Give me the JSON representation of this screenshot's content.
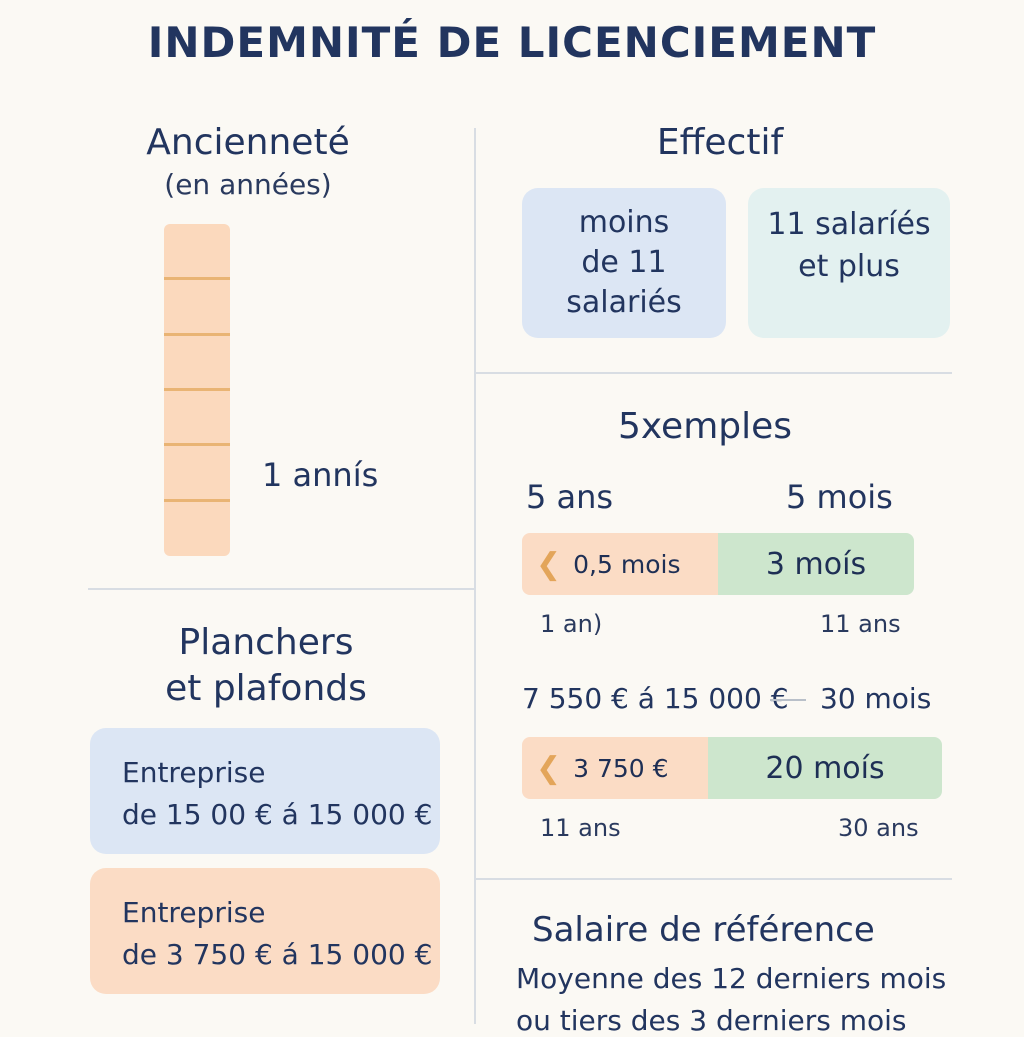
{
  "title": "INDEMNITÉ DE LICENCIEMENT",
  "anciennete": {
    "heading": "Ancienneté",
    "subheading": "(en années)",
    "label": "1 annís"
  },
  "effectif": {
    "heading": "Effectif",
    "small_company": "moins de 11 salariés",
    "small_company_lines": [
      "moins",
      "de 11",
      "salariés"
    ],
    "large_company_lines": [
      "11 salaríés",
      "et plus"
    ]
  },
  "exemples": {
    "heading": "5xemples",
    "col_left": "5 ans",
    "col_right": "5 mois",
    "bar1": {
      "left": "0,5 mois",
      "right": "3 moís"
    },
    "bar1_labels": {
      "left": "1 an)",
      "right": "11 ans"
    },
    "range_text": "7 550 € á 15 000 €",
    "range_result": "30 mois",
    "bar2": {
      "left": "3 750 €",
      "right": "20 moís"
    },
    "bar2_labels": {
      "left": "11 ans",
      "right": "30 ans"
    }
  },
  "planchers": {
    "heading_lines": [
      "Planchers",
      "et plafonds"
    ],
    "card1_lines": [
      "Entreprise",
      "de 15 00 € á 15 000 €"
    ],
    "card2_lines": [
      "Entreprise",
      "de 3 750 € á 15 000 €"
    ]
  },
  "salaire": {
    "heading": "Salaire de référence",
    "line1": "Moyenne des 12 derniers mois",
    "line2": "ou tiers des 3 derniers mois"
  },
  "colors": {
    "text": "#1e2f55",
    "peach": "#fbdcc5",
    "blue": "#dce6f4",
    "teal": "#e3f1f0",
    "green": "#cde6cd"
  }
}
